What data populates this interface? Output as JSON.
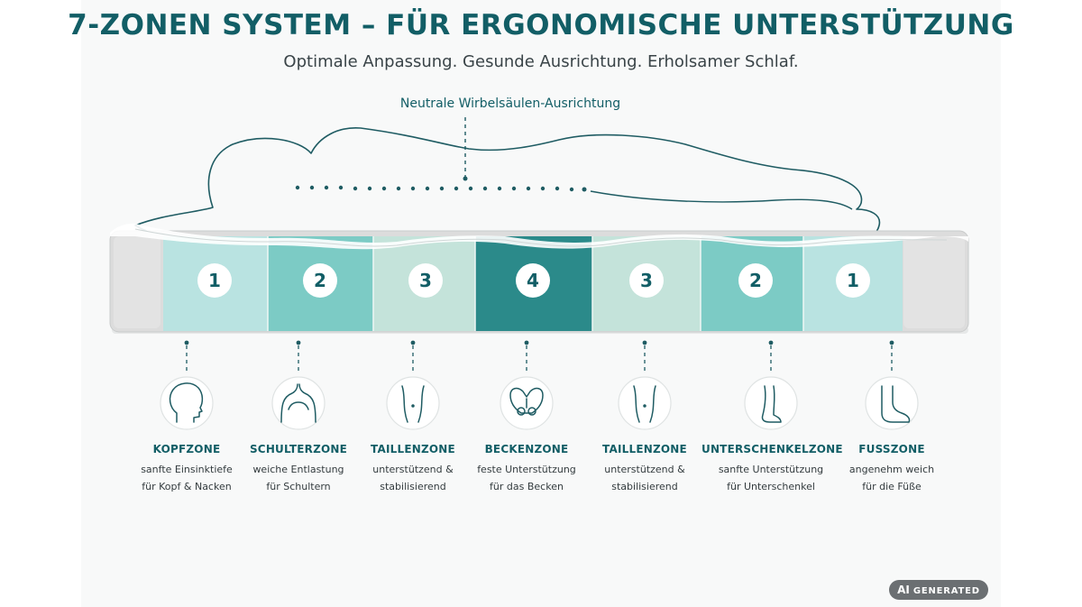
{
  "title": "7-ZONEN SYSTEM – FÜR ERGONOMISCHE UNTERSTÜTZUNG",
  "subtitle": "Optimale Anpassung. Gesunde Ausrichtung. Erholsamer Schlaf.",
  "spine_label": "Neutrale Wirbelsäulen-Ausrichtung",
  "colors": {
    "title": "#125e66",
    "zone_light": "#b9e3e1",
    "zone_medium": "#7ccbc5",
    "zone_pale": "#c4e3da",
    "zone_dark": "#2b8a8a",
    "foam": "#dcdcdc",
    "outline": "#1f5c63"
  },
  "zones": [
    {
      "number": "1",
      "name": "KOPFZONE",
      "desc1": "sanfte Einsinktiefe",
      "desc2": "für Kopf & Nacken",
      "icon": "head-icon",
      "tone": "light"
    },
    {
      "number": "2",
      "name": "SCHULTERZONE",
      "desc1": "weiche Entlastung",
      "desc2": "für Schultern",
      "icon": "shoulders-icon",
      "tone": "medium"
    },
    {
      "number": "3",
      "name": "TAILLENZONE",
      "desc1": "unterstützend &",
      "desc2": "stabilisierend",
      "icon": "waist-icon",
      "tone": "pale"
    },
    {
      "number": "4",
      "name": "BECKENZONE",
      "desc1": "feste Unterstützung",
      "desc2": "für das Becken",
      "icon": "pelvis-icon",
      "tone": "dark"
    },
    {
      "number": "3",
      "name": "TAILLENZONE",
      "desc1": "unterstützend &",
      "desc2": "stabilisierend",
      "icon": "waist-icon",
      "tone": "pale"
    },
    {
      "number": "2",
      "name": "UNTERSCHENKELZONE",
      "desc1": "sanfte Unterstützung",
      "desc2": "für Unterschenkel",
      "icon": "lower-leg-icon",
      "tone": "medium"
    },
    {
      "number": "1",
      "name": "FUSSZONE",
      "desc1": "angenehm weich",
      "desc2": "für die Füße",
      "icon": "foot-icon",
      "tone": "light"
    }
  ],
  "badge": {
    "ai": "AI",
    "text": "GENERATED"
  }
}
